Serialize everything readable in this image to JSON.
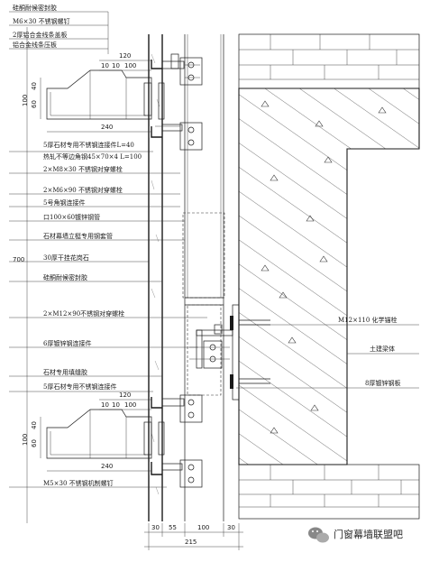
{
  "labels_left": [
    "硅酮耐候密封胶",
    "M6×30 不锈钢螺钉",
    "2厚铝合金线条盖板",
    "铝合金线条压板",
    "5厚石材专用不锈钢连接件L=40",
    "热轧不等边角钢45×70×4 L=100",
    "2×M8×30 不锈钢对穿螺栓",
    "2×M6×90 不锈钢对穿螺栓",
    "5号角钢连接件",
    "口100×60镀锌钢管",
    "石材幕墙立梃专用钢套管",
    "30厚干挂花岗石",
    "硅酮耐候密封胶",
    "2×M12×90不锈钢对穿螺栓",
    "6厚镀锌钢连接件",
    "石材专用填缝胶",
    "5厚石材专用不锈钢连接件",
    "M5×30 不锈钢机制螺钉"
  ],
  "labels_right": [
    "M12×110 化学锚栓",
    "土建梁体",
    "8厚镀锌钢板"
  ],
  "dimensions": {
    "top_120": "120",
    "top_10a": "10",
    "top_10b": "10",
    "top_100": "100",
    "top_40": "40",
    "top_100v": "100",
    "top_60": "60",
    "top_240": "240",
    "bot_120": "120",
    "bot_10a": "10",
    "bot_10b": "10",
    "bot_100": "100",
    "bot_40": "40",
    "bot_100v": "100",
    "bot_60": "60",
    "bot_240": "240",
    "height_700": "700",
    "w_30a": "30",
    "w_55": "55",
    "w_100": "100",
    "w_30b": "30",
    "w_215": "215"
  },
  "watermark": "门窗幕墙联盟吧",
  "watermark_icon": "wechat-icon"
}
